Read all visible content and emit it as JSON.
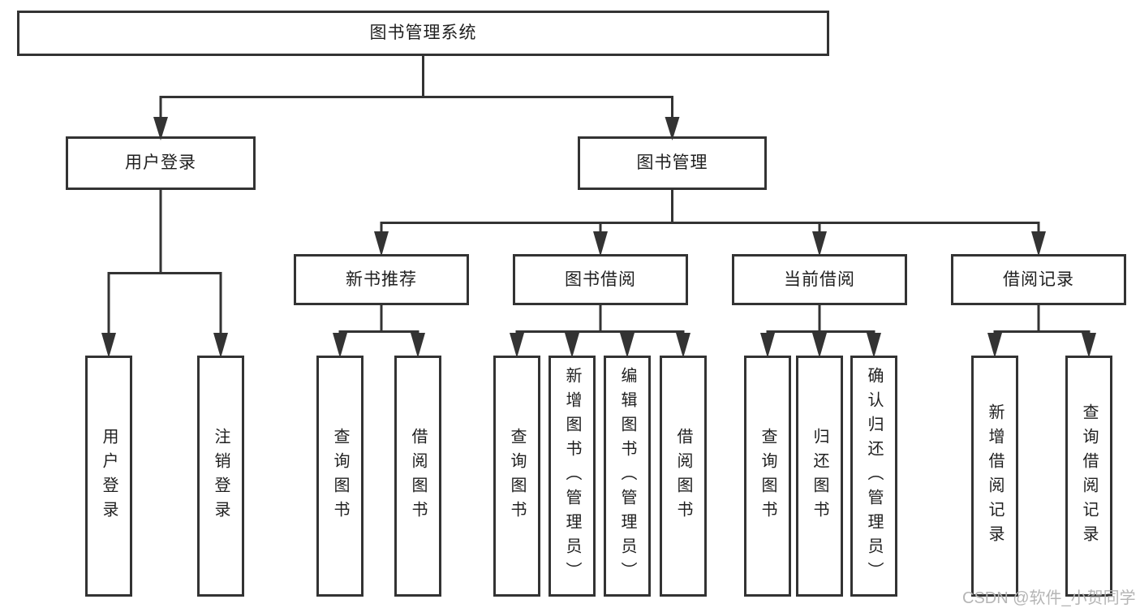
{
  "colors": {
    "line": "#333333",
    "text": "#1f1f1f",
    "watermark": "#b5b5b5",
    "background": "#ffffff"
  },
  "watermark": {
    "text": "CSDN @软件_小贺同学"
  },
  "tree": {
    "label": "图书管理系统",
    "children": [
      {
        "label": "用户登录",
        "children": [
          {
            "label": "用户登录"
          },
          {
            "label": "注销登录"
          }
        ]
      },
      {
        "label": "图书管理",
        "children": [
          {
            "label": "新书推荐",
            "children": [
              {
                "label": "查询图书"
              },
              {
                "label": "借阅图书"
              }
            ]
          },
          {
            "label": "图书借阅",
            "children": [
              {
                "label": "查询图书"
              },
              {
                "label": "新增图书（管理员）"
              },
              {
                "label": "编辑图书（管理员）"
              },
              {
                "label": "借阅图书"
              }
            ]
          },
          {
            "label": "当前借阅",
            "children": [
              {
                "label": "查询图书"
              },
              {
                "label": "归还图书"
              },
              {
                "label": "确认归还（管理员）"
              }
            ]
          },
          {
            "label": "借阅记录",
            "children": [
              {
                "label": "新增借阅记录"
              },
              {
                "label": "查询借阅记录"
              }
            ]
          }
        ]
      }
    ]
  }
}
